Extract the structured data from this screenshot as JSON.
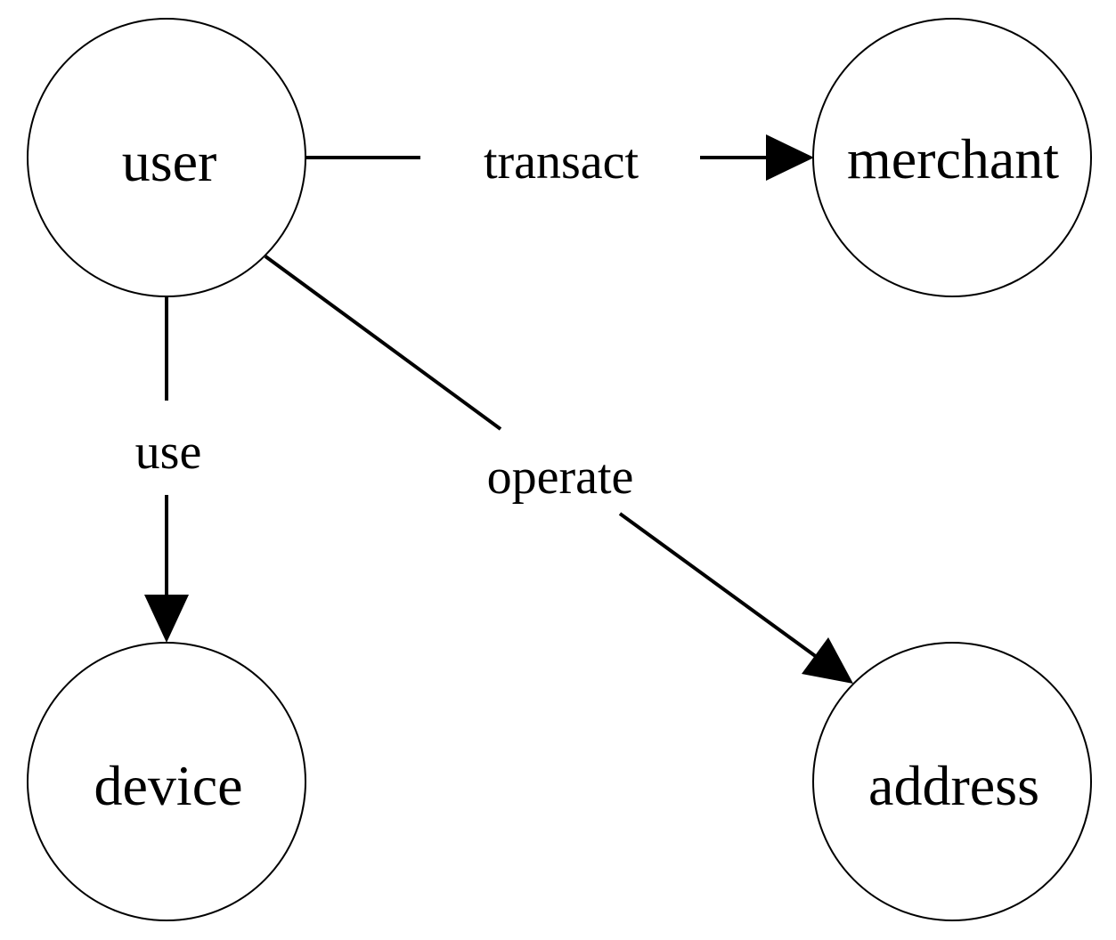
{
  "nodes": {
    "user": "user",
    "merchant": "merchant",
    "device": "device",
    "address": "address"
  },
  "edges": {
    "transact": "transact",
    "use": "use",
    "operate": "operate"
  },
  "colors": {
    "stroke": "#000000",
    "background": "#ffffff"
  }
}
